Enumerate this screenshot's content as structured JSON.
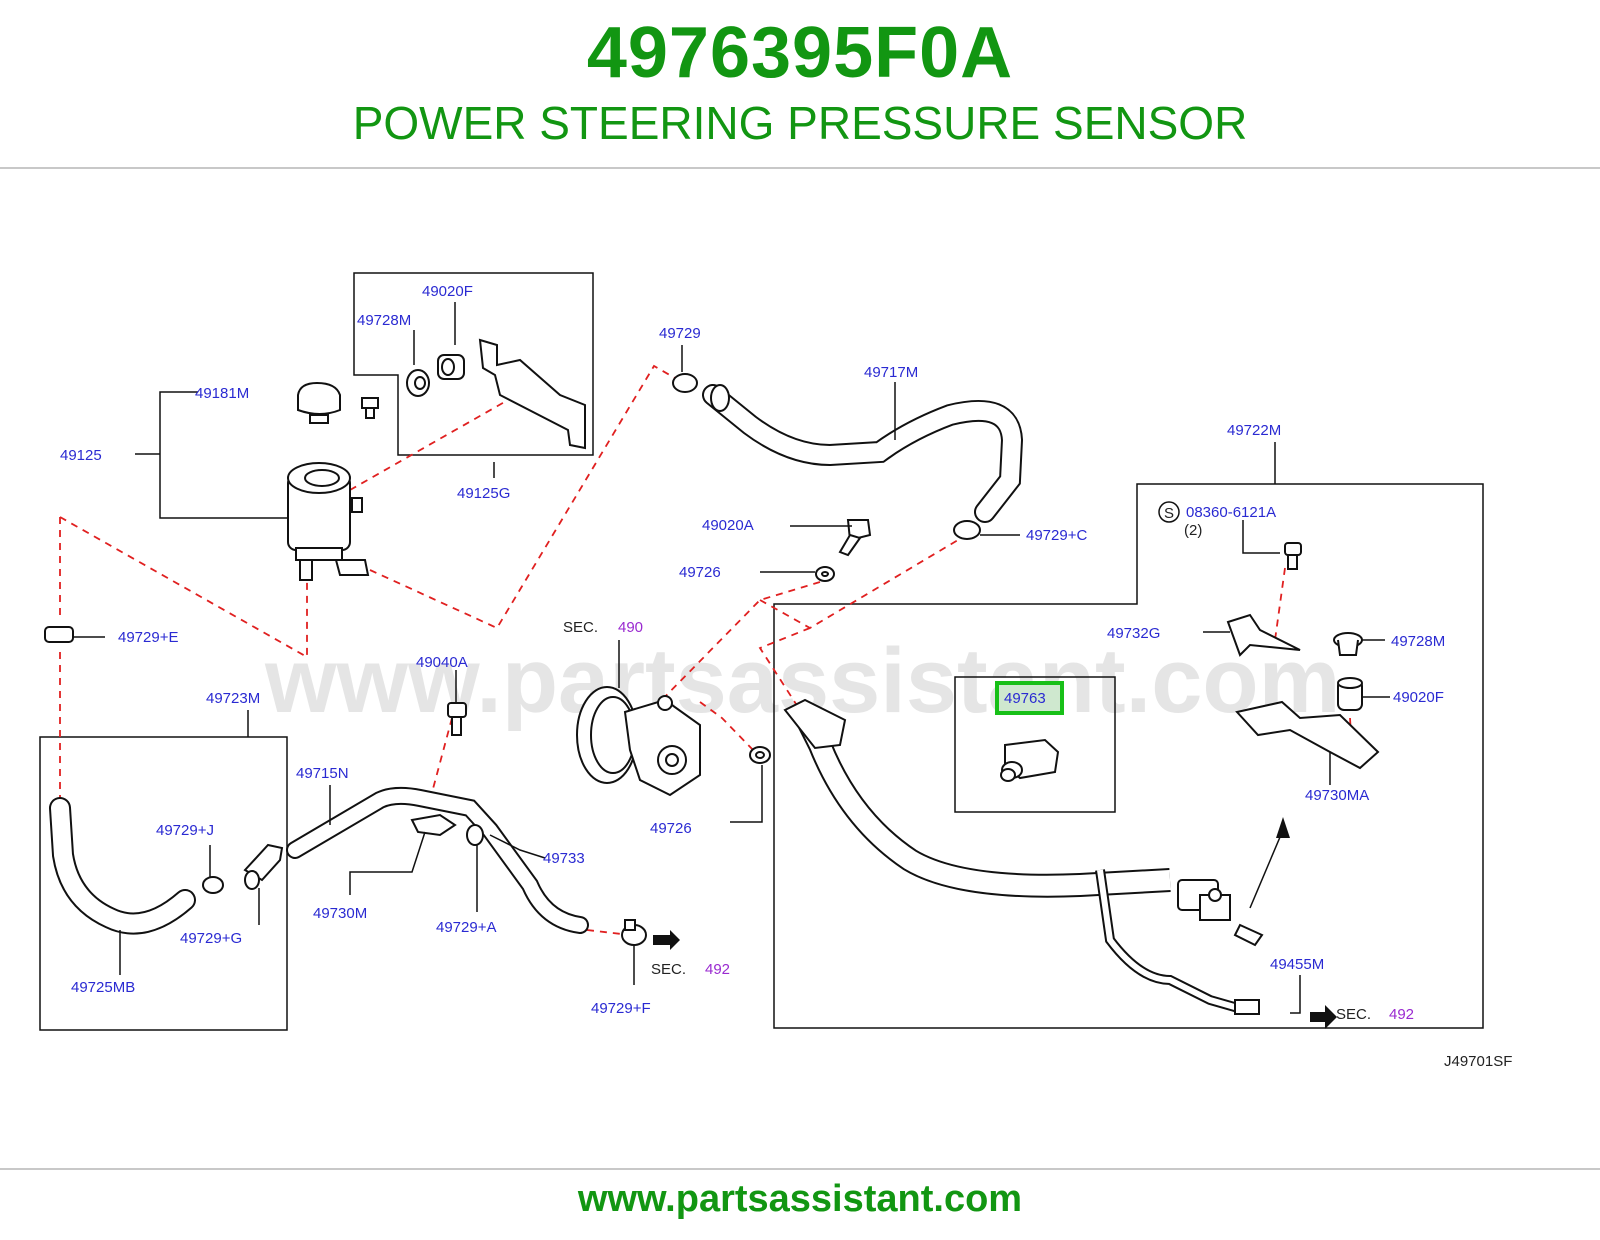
{
  "header": {
    "part_number": "4976395F0A",
    "title": "POWER STEERING PRESSURE SENSOR"
  },
  "diagram": {
    "watermark": "www.partsassistant.com",
    "highlight_color": "#18c018",
    "labels": {
      "p49020F_top": "49020F",
      "p49728M_top": "49728M",
      "p49181M": "49181M",
      "p49125": "49125",
      "p49125G": "49125G",
      "p49729": "49729",
      "p49717M": "49717M",
      "p49722M": "49722M",
      "p08360": "08360-6121A",
      "p08360_qty": "(2)",
      "p08360_mark": "S",
      "p49020A": "49020A",
      "p49729C": "49729+C",
      "p49726_top": "49726",
      "p49729E": "49729+E",
      "sec_label_490": "SEC.",
      "sec_490": "490",
      "p49732G": "49732G",
      "p49728M_right": "49728M",
      "p49040A": "49040A",
      "p49763": "49763",
      "p49020F_right": "49020F",
      "p49723M": "49723M",
      "p49715N": "49715N",
      "p49726_bottom": "49726",
      "p49730MA": "49730MA",
      "p49729J": "49729+J",
      "p49733": "49733",
      "p49730M": "49730M",
      "p49729G": "49729+G",
      "p49729A": "49729+A",
      "p49725MB": "49725MB",
      "sec_label_492a": "SEC.",
      "sec_492a": "492",
      "p49729F": "49729+F",
      "p49455M": "49455M",
      "sec_label_492b": "SEC.",
      "sec_492b": "492",
      "diagram_code": "J49701SF"
    }
  },
  "footer": {
    "url": "www.partsassistant.com"
  }
}
